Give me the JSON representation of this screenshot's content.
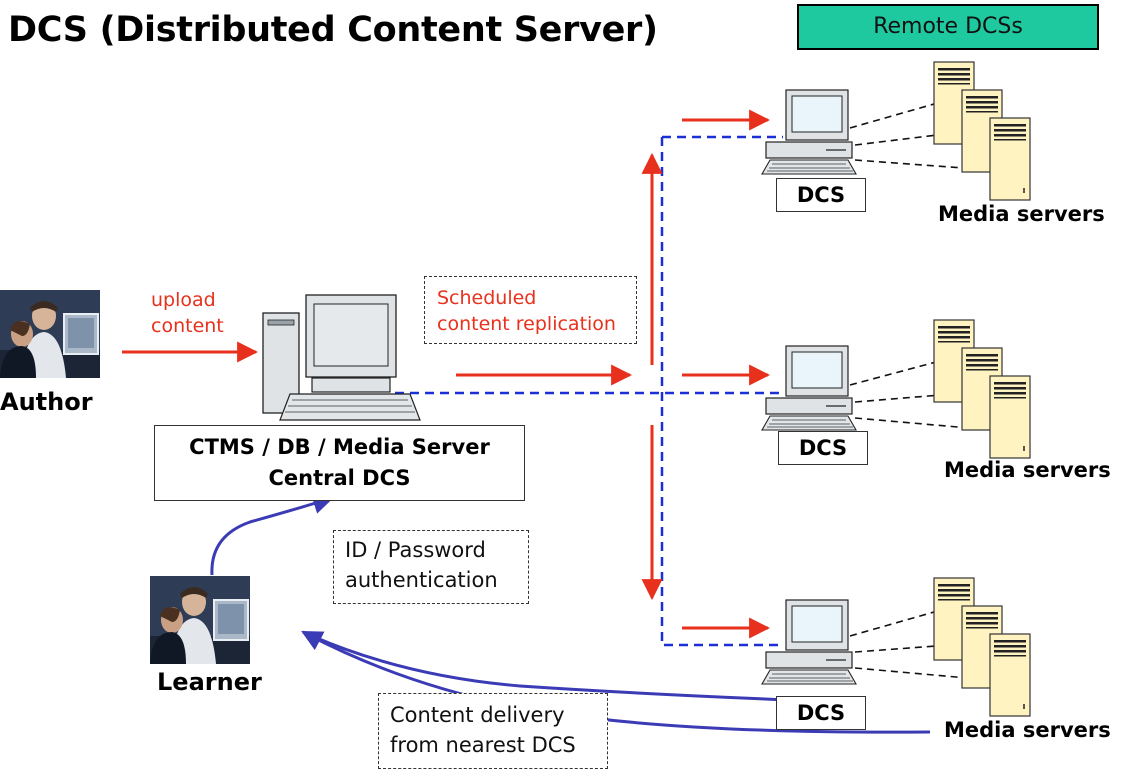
{
  "title": "DCS (Distributed Content Server)",
  "remote_label": "Remote DCSs",
  "author_label": "Author",
  "learner_label": "Learner",
  "upload_label": [
    "upload",
    "content"
  ],
  "replication_label": [
    "Scheduled",
    "content replication"
  ],
  "central_label": [
    "CTMS / DB / Media Server",
    "Central DCS"
  ],
  "auth_label": [
    "ID / Password",
    "authentication"
  ],
  "delivery_label": [
    "Content delivery",
    "from nearest DCS"
  ],
  "dcs_label": "DCS",
  "media_label": "Media servers",
  "colors": {
    "push_arrow": "#e8311c",
    "user_flow": "#3b3bb5",
    "link": "#1a2fd6",
    "remote_box": "#1fc9a0"
  }
}
